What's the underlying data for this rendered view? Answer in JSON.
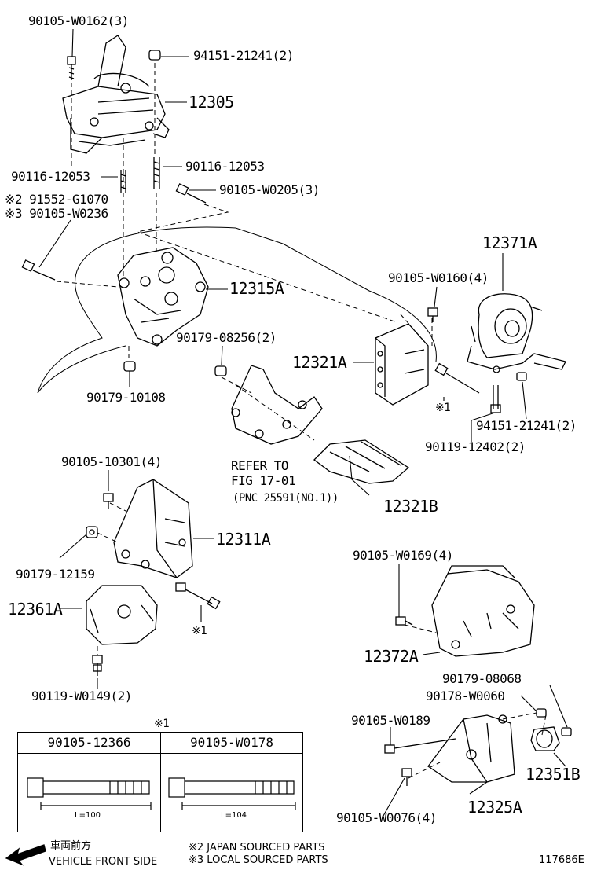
{
  "labels": {
    "p90105_W0162": "90105-W0162(3)",
    "p94151_21241_a": "94151-21241(2)",
    "p12305": "12305",
    "p90116_a": "90116-12053",
    "p90116_b": "90116-12053",
    "p91552": "※2 91552-G1070",
    "p90105_W0236": "※3 90105-W0236",
    "p90105_W0205": "90105-W0205(3)",
    "p12315A": "12315A",
    "p12371A": "12371A",
    "p90105_W0160": "90105-W0160(4)",
    "p90179_08256": "90179-08256(2)",
    "p12321A": "12321A",
    "p90179_10108": "90179-10108",
    "mark1_a": "※1",
    "p94151_21241_b": "94151-21241(2)",
    "p90119_12402": "90119-12402(2)",
    "refer1": "REFER TO",
    "refer2": "FIG 17-01",
    "refer3": "(PNC 25591(NO.1))",
    "p12321B": "12321B",
    "p90105_10301": "90105-10301(4)",
    "p12311A": "12311A",
    "p90179_12159": "90179-12159",
    "p12361A": "12361A",
    "mark1_b": "※1",
    "p90105_W0169": "90105-W0169(4)",
    "p12372A": "12372A",
    "p90119_W0149": "90119-W0149(2)",
    "p90179_08068": "90179-08068",
    "p90178_W0060": "90178-W0060",
    "p90105_W0189": "90105-W0189",
    "p12351B": "12351B",
    "p12325A": "12325A",
    "p90105_W0076": "90105-W0076(4)"
  },
  "table": {
    "mark": "※1",
    "col1_header": "90105-12366",
    "col2_header": "90105-W0178",
    "col1_length": "L=100",
    "col2_length": "L=104"
  },
  "footer": {
    "front_jp": "車両前方",
    "front_en": "VEHICLE FRONT SIDE",
    "note2": "※2 JAPAN SOURCED PARTS",
    "note3": "※3 LOCAL SOURCED PARTS",
    "figure_code": "117686E"
  }
}
